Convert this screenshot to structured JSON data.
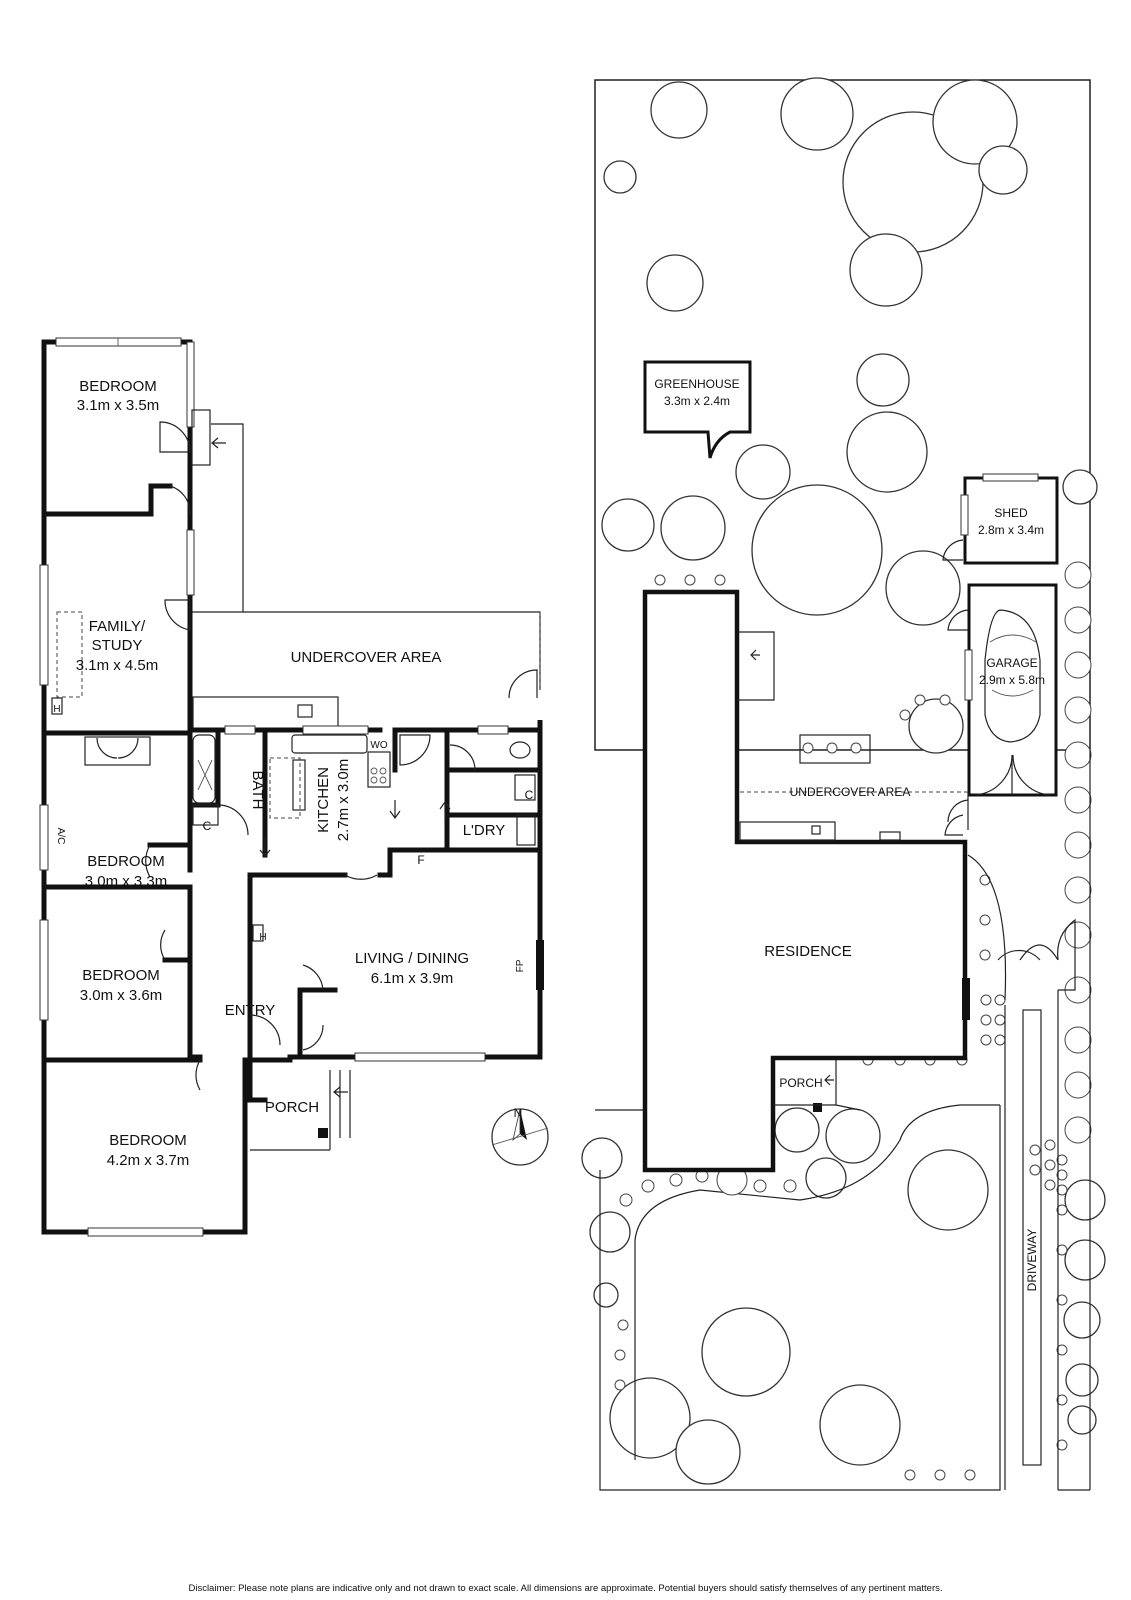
{
  "floor_plan": {
    "rooms": {
      "bedroom1": {
        "name": "BEDROOM",
        "size": "3.1m x 3.5m"
      },
      "family": {
        "name_line1": "FAMILY/",
        "name_line2": "STUDY",
        "size": "3.1m x 4.5m"
      },
      "undercover": {
        "name": "UNDERCOVER AREA"
      },
      "bedroom2": {
        "name": "BEDROOM",
        "size": "3.0m x 3.3m"
      },
      "bath": {
        "name": "BATH"
      },
      "kitchen": {
        "name": "KITCHEN",
        "size": "2.7m x 3.0m"
      },
      "laundry": {
        "name": "L'DRY"
      },
      "living": {
        "name": "LIVING / DINING",
        "size": "6.1m x 3.9m"
      },
      "bedroom3": {
        "name": "BEDROOM",
        "size": "3.0m x 3.6m"
      },
      "entry": {
        "name": "ENTRY"
      },
      "porch": {
        "name": "PORCH"
      },
      "bedroom4": {
        "name": "BEDROOM",
        "size": "4.2m x 3.7m"
      }
    },
    "symbols": {
      "heater": "H",
      "ac": "A/C",
      "cupboard": "C",
      "wall_oven": "WO",
      "fridge": "F",
      "fireplace": "FP"
    },
    "compass": {
      "label": "N"
    }
  },
  "site_plan": {
    "greenhouse": {
      "name": "GREENHOUSE",
      "size": "3.3m x 2.4m"
    },
    "shed": {
      "name": "SHED",
      "size": "2.8m x 3.4m"
    },
    "garage": {
      "name": "GARAGE",
      "size": "2.9m x 5.8m"
    },
    "undercover": {
      "name": "UNDERCOVER AREA"
    },
    "residence": {
      "name": "RESIDENCE"
    },
    "porch": {
      "name": "PORCH"
    },
    "driveway": {
      "name": "DRIVEWAY"
    }
  },
  "disclaimer": "Disclaimer: Please note plans are indicative only and not drawn to exact scale. All dimensions are approximate. Potential buyers should satisfy themselves of any pertinent matters."
}
